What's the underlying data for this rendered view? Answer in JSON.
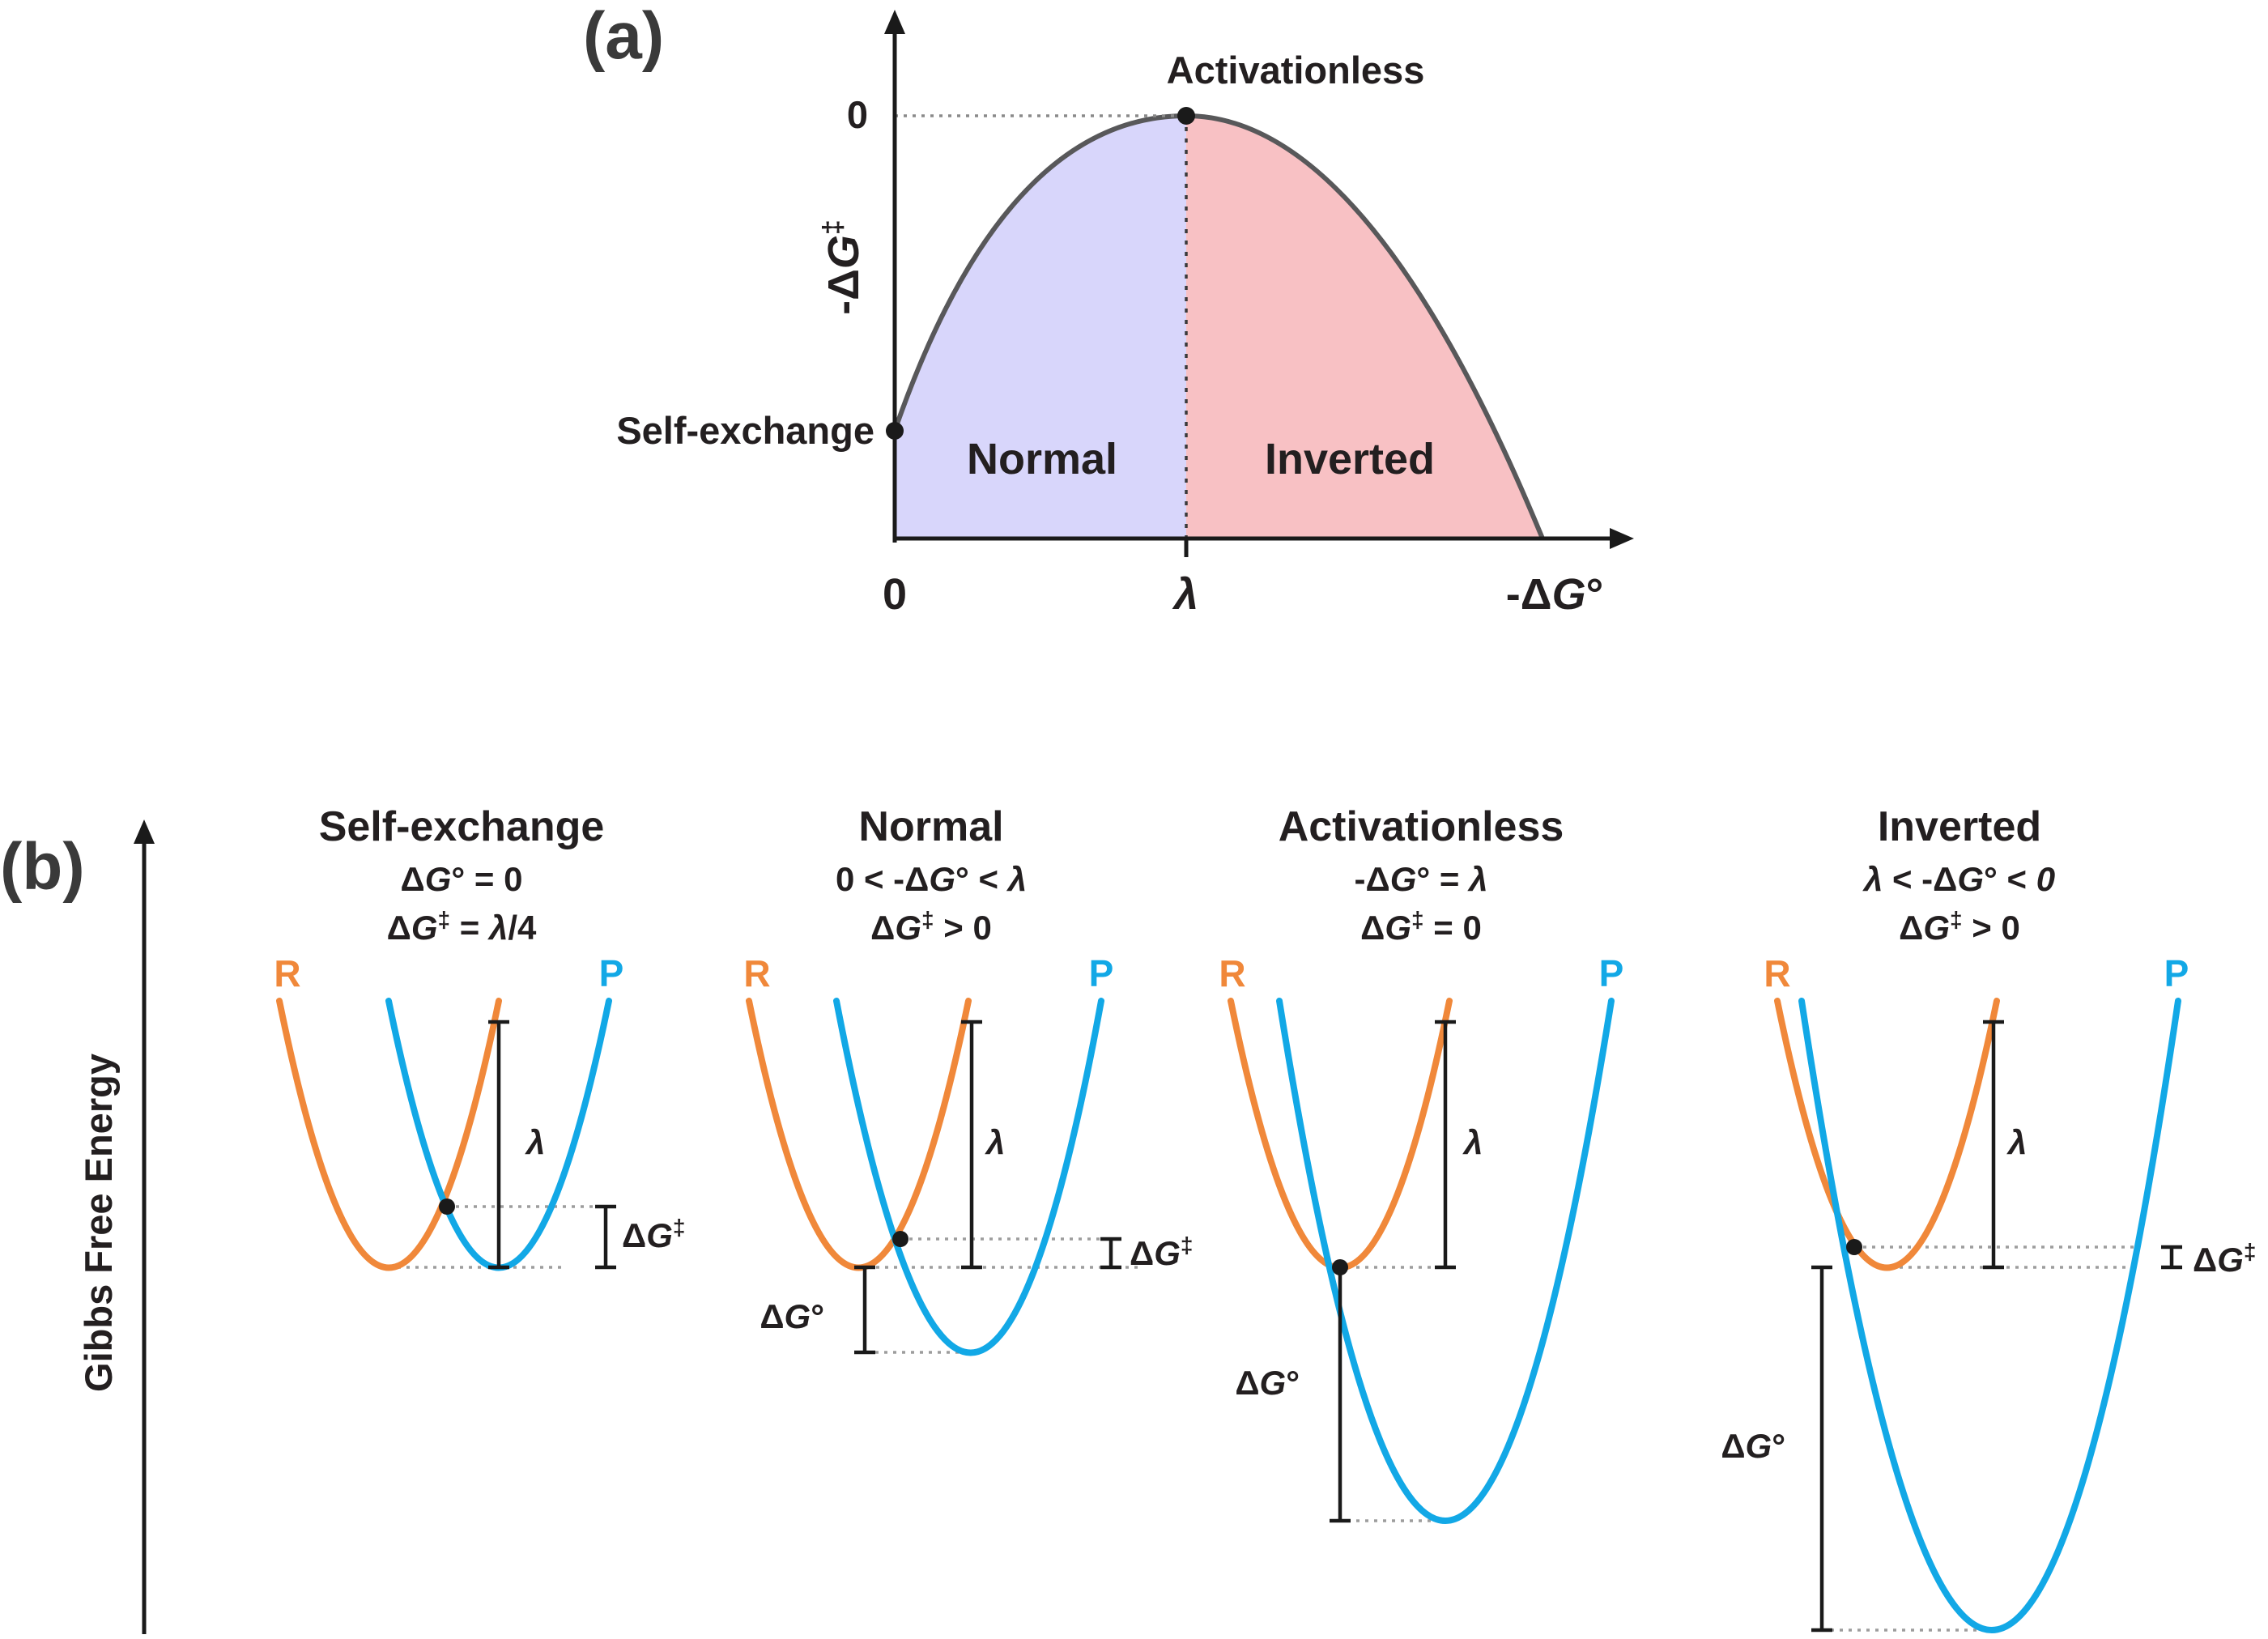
{
  "panel_a": {
    "label": "(a)",
    "y_axis_label": "-ΔG‡",
    "y_tick_zero": "0",
    "x_tick_zero": "0",
    "x_tick_lambda": "λ",
    "x_axis_label": "-ΔG°",
    "annotations": {
      "activationless": "Activationless",
      "self_exchange": "Self-exchange",
      "normal": "Normal",
      "inverted": "Inverted"
    },
    "colors": {
      "normal_fill": "#d8d6fb",
      "inverted_fill": "#f8c1c4",
      "curve": "#58585a"
    }
  },
  "panel_b": {
    "label": "(b)",
    "y_axis_label": "Gibbs Free Energy",
    "colors": {
      "reactant": "#f0883a",
      "product": "#12a8e6"
    },
    "cases": [
      {
        "title": "Self-exchange",
        "line1": "ΔG° = 0",
        "line2": "ΔG‡ = λ/4",
        "r_label": "R",
        "p_label": "P",
        "lambda_label": "λ",
        "dg_act_label": "ΔG‡",
        "dg0_label": ""
      },
      {
        "title": "Normal",
        "line1": "0 < -ΔG° < λ",
        "line2": "ΔG‡ > 0",
        "r_label": "R",
        "p_label": "P",
        "lambda_label": "λ",
        "dg_act_label": "ΔG‡",
        "dg0_label": "ΔG°"
      },
      {
        "title": "Activationless",
        "line1": "-ΔG° = λ",
        "line2": "ΔG‡ = 0",
        "r_label": "R",
        "p_label": "P",
        "lambda_label": "λ",
        "dg_act_label": "",
        "dg0_label": "ΔG°"
      },
      {
        "title": "Inverted",
        "line1": "λ < -ΔG° < 0",
        "line2": "ΔG‡ > 0",
        "r_label": "R",
        "p_label": "P",
        "lambda_label": "λ",
        "dg_act_label": "ΔG‡",
        "dg0_label": "ΔG°"
      }
    ]
  }
}
